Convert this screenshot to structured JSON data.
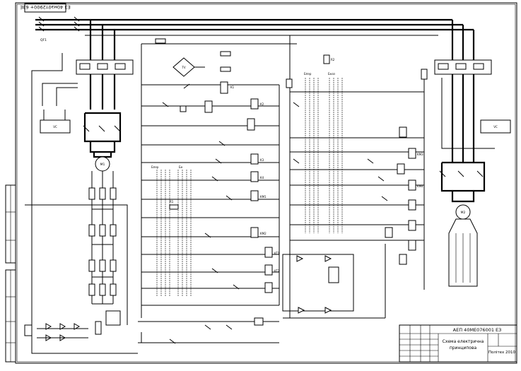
{
  "sheet": {
    "corner_code": "ЕЗ 40мэ0т2900+ 63Е",
    "title_block": {
      "designation": "АЕП 40МЕ076001 ЕЗ",
      "title_line1": "Схема електрична",
      "title_line2": "принципова",
      "org": "Політех 2010"
    }
  },
  "labels": {
    "main_switch": "QF1",
    "left_motor": "M1",
    "right_motor": "M2",
    "left_transformer": "TV",
    "left_box": "VC",
    "right_box": "VC",
    "bus_left_a": "Бпер",
    "bus_left_b": "Бн",
    "bus_mid_a": "Бпер",
    "bus_mid_b": "Бназ",
    "relay_k1": "K1",
    "relay_k2": "K2",
    "relay_k3": "K3",
    "relay_k4": "K4",
    "relay_km1": "KM1",
    "relay_km2": "KM2",
    "relay_km3": "KM3",
    "relay_km4": "KM4",
    "relay_kt1": "KT1",
    "relay_kt2": "KT2",
    "res_r1": "R1",
    "res_r2": "R2"
  }
}
